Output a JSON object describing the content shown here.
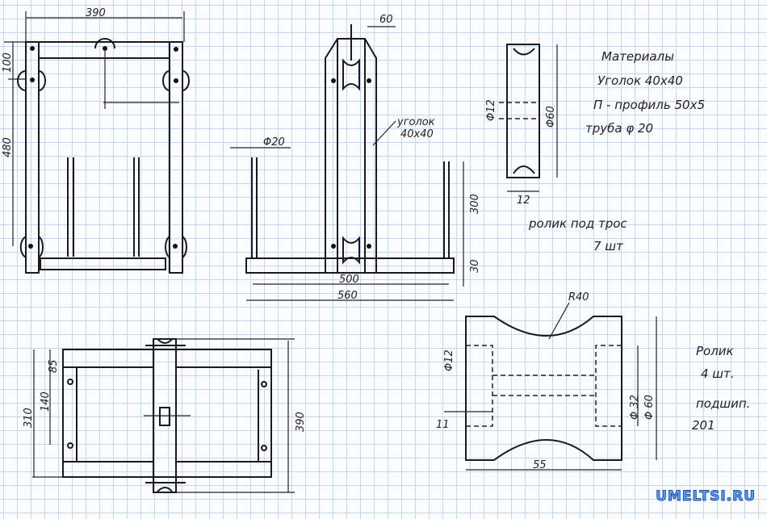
{
  "front_view": {
    "width_dim": "390",
    "top_dim": "100",
    "height_dim": "480"
  },
  "side_view": {
    "top_dim": "60",
    "tube_dim": "Φ20",
    "angle_label_1": "уголок",
    "angle_label_2": "40x40",
    "post_dim": "300",
    "base_dim": "30",
    "inner_dim": "500",
    "outer_dim": "560"
  },
  "profile_detail": {
    "hole_dim": "Φ12",
    "height_dim": "Φ60",
    "width_dim": "12"
  },
  "materials": {
    "title": "Материалы",
    "item1": "Уголок  40x40",
    "item2": "П - профиль 50x5",
    "item3": "труба  φ 20"
  },
  "cable_roller": {
    "label": "ролик под трос",
    "count": "7 шт"
  },
  "roller_detail": {
    "radius_dim": "R40",
    "hole_dim": "Φ12",
    "bore_dim": "Φ 32",
    "outer_dim": "Φ 60",
    "offset_dim": "11",
    "length_dim": "55"
  },
  "roller_note": {
    "label": "Ролик",
    "count": "4 шт.",
    "bearing": "подшип.",
    "bearing_no": "201"
  },
  "top_view": {
    "height_dim": "310",
    "hole_spacing": "140",
    "hole_offset": "85",
    "overall_dim": "390"
  },
  "watermark": "UMELTSI.RU"
}
